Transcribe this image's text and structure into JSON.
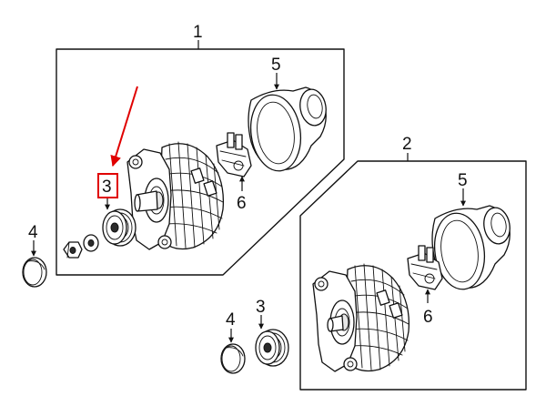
{
  "diagram": {
    "callouts": {
      "alternator_assembly_1": "1",
      "alternator_assembly_2": "2",
      "pulley_highlighted": "3",
      "pulley": "3",
      "cap_left": "4",
      "cap_lower": "4",
      "cover_1": "5",
      "cover_2": "5",
      "regulator_1": "6",
      "regulator_2": "6"
    },
    "colors": {
      "line": "#111111",
      "highlight_box": "#e00000",
      "pointer_arrow": "#e00000"
    }
  }
}
